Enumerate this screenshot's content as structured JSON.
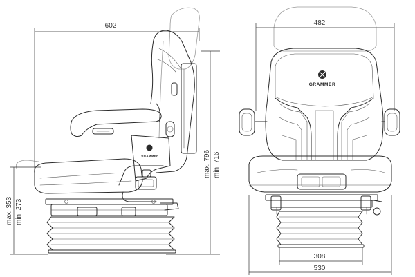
{
  "side_view": {
    "depth_label": "602",
    "height_max_label": "max. 796",
    "height_min_label": "min. 716",
    "cushion_max_label": "max. 353",
    "cushion_min_label": "min. 273",
    "small_logo_text": "GRAMMER"
  },
  "front_view": {
    "brand_text": "GRAMMER",
    "width_top_label": "482",
    "base_inner_label": "308",
    "base_outer_label": "530"
  },
  "colors": {
    "line": "#2b2b2b",
    "background": "#ffffff"
  }
}
